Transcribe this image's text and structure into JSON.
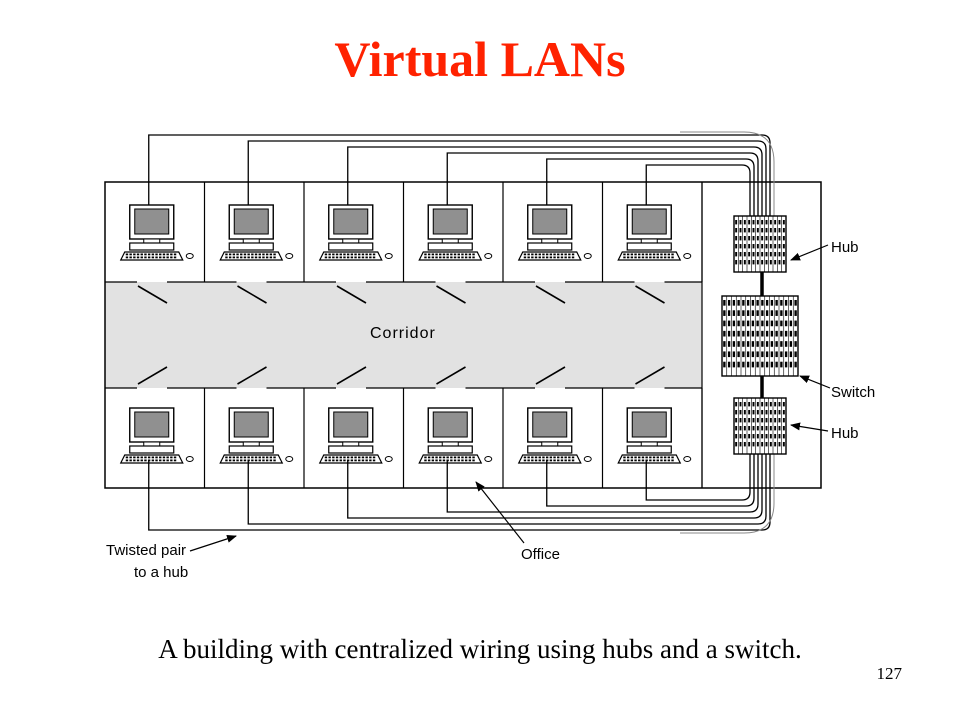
{
  "slide": {
    "title": "Virtual LANs",
    "caption": "A building with centralized wiring using hubs and a switch.",
    "page_number": "127"
  },
  "diagram": {
    "labels": {
      "corridor": "Corridor",
      "hub_top": "Hub",
      "switch": "Switch",
      "hub_bottom": "Hub",
      "office": "Office",
      "twisted_pair_line1": "Twisted pair",
      "twisted_pair_line2": "to a hub"
    },
    "colors": {
      "corridor_fill": "#e2e2e2",
      "screen_fill": "#909090",
      "outline": "#000000"
    }
  }
}
